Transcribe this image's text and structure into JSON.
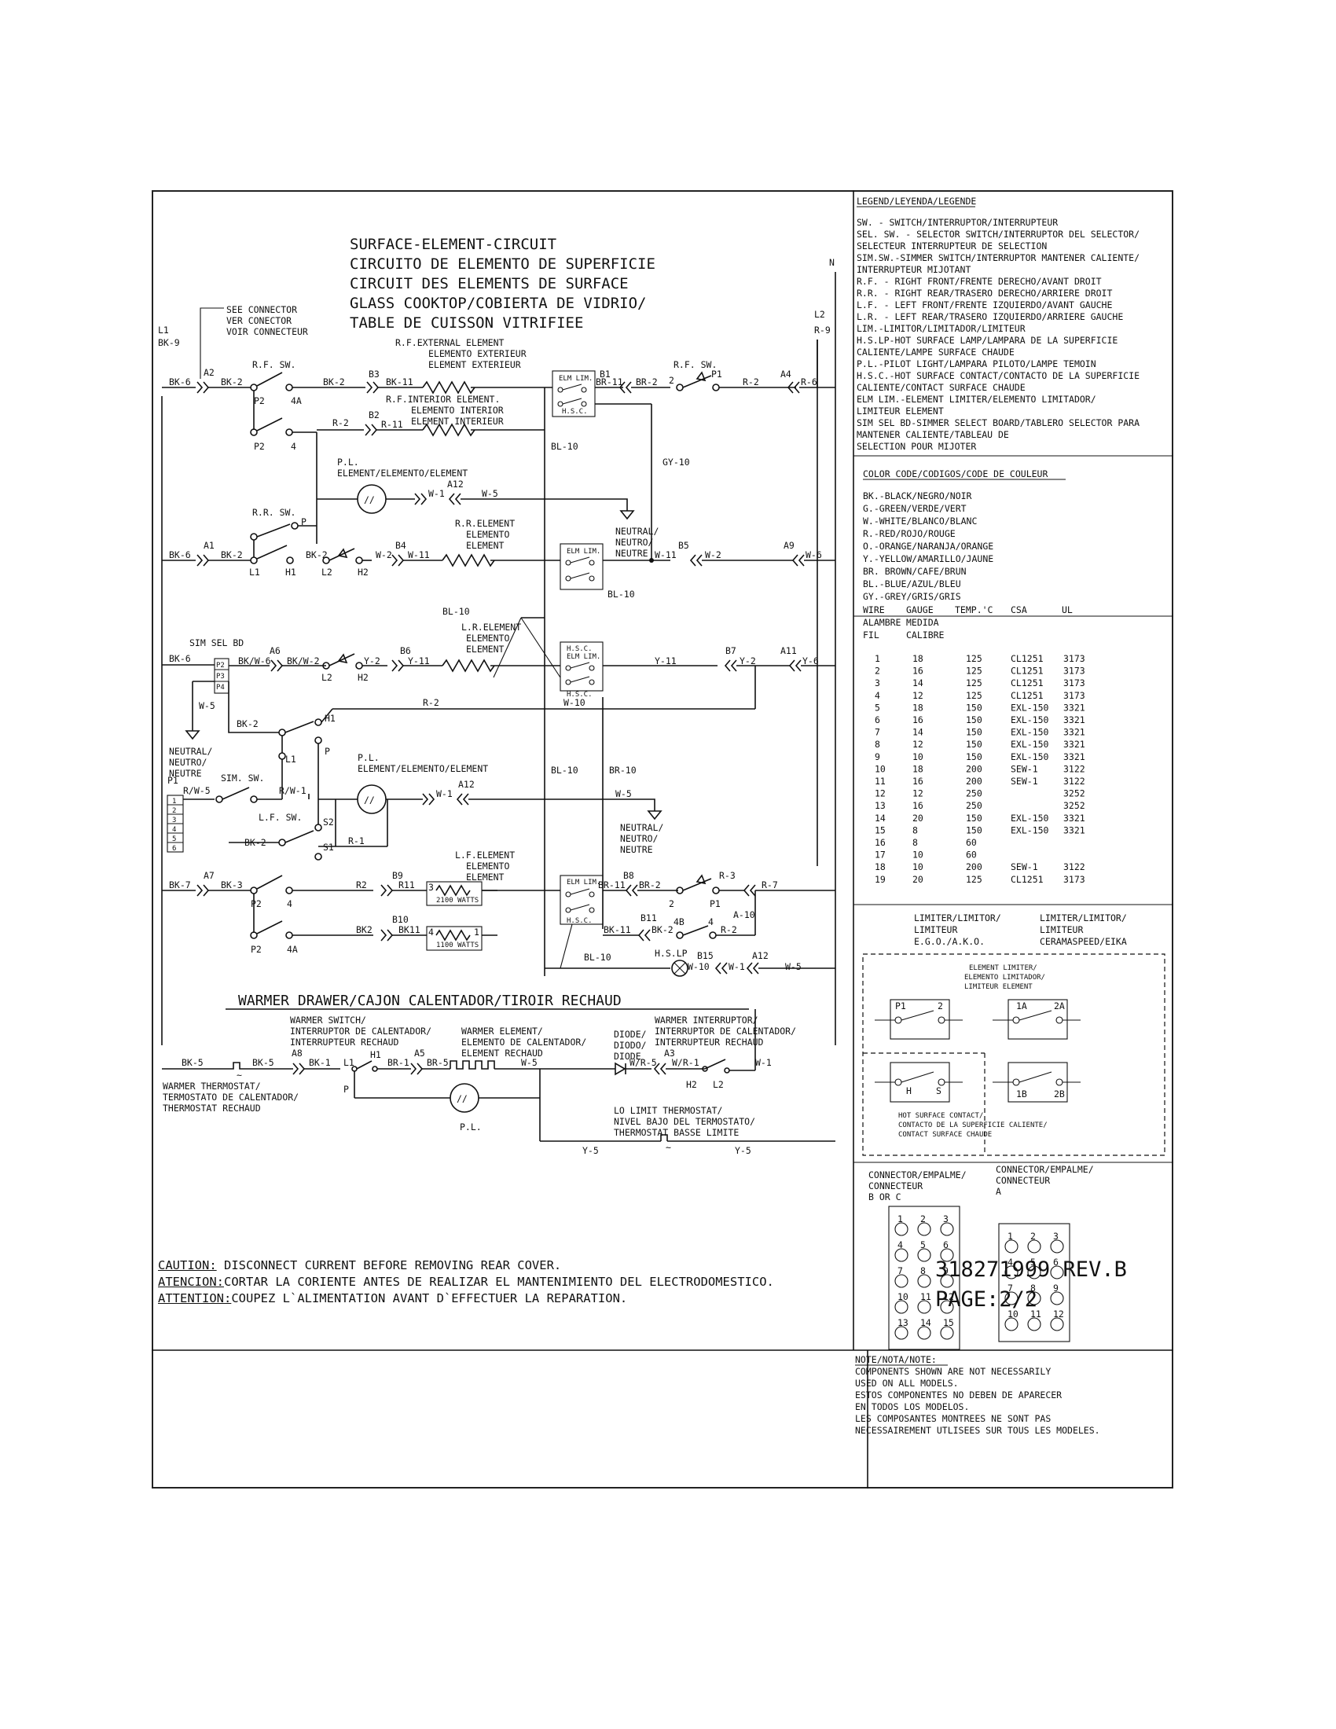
{
  "title": {
    "lines": [
      "SURFACE-ELEMENT-CIRCUIT",
      "CIRCUITO DE ELEMENTO DE SUPERFICIE",
      "CIRCUIT DES  ELEMENTS DE SURFACE",
      "GLASS COOKTOP/COBIERTA DE VIDRIO/",
      "TABLE DE CUISSON VITRIFIEE"
    ]
  },
  "see_connector": [
    "SEE CONNECTOR",
    "VER CONECTOR",
    "VOIR CONNECTEUR"
  ],
  "rails": {
    "l1": "L1",
    "bk9": "BK-9",
    "l2": "L2",
    "r9": "R-9",
    "n": "N"
  },
  "rf": {
    "sw_left": "R.F. SW.",
    "sw_right": "R.F. SW.",
    "ext_element": [
      "R.F.EXTERNAL ELEMENT",
      "ELEMENTO EXTERIEUR",
      "ELEMENT EXTERIEUR"
    ],
    "int_element": [
      "R.F.INTERIOR ELEMENT.",
      "ELEMENTO INTERIOR",
      "ELEMENT INTERIEUR"
    ],
    "pl": [
      "P.L.",
      "ELEMENT/ELEMENTO/ELEMENT"
    ]
  },
  "rr": {
    "sw": "R.R. SW.",
    "element": [
      "R.R.ELEMENT",
      "ELEMENTO",
      "ELEMENT"
    ]
  },
  "lr": {
    "element": [
      "L.R.ELEMENT",
      "ELEMENTO",
      "ELEMENT"
    ]
  },
  "lf": {
    "sw": "L.F. SW.",
    "element": [
      "L.F.ELEMENT",
      "ELEMENTO",
      "ELEMENT"
    ],
    "watts_outer": "2100 WATTS",
    "watts_inner": "1100 WATTS"
  },
  "sim": {
    "sim_sel_bd": "SIM SEL BD",
    "sim_sw": "SIM. SW.",
    "pl": [
      "P.L.",
      "ELEMENT/ELEMENTO/ELEMENT"
    ],
    "terminals": [
      "P2",
      "P3",
      "P4"
    ],
    "p1_pins": [
      "1",
      "2",
      "3",
      "4",
      "5",
      "6"
    ]
  },
  "neutral": [
    "NEUTRAL/",
    "NEUTRO/",
    "NEUTRE"
  ],
  "elm_lim": "ELM LIM.",
  "hsc": "H.S.C.",
  "wires": {
    "bk6": "BK-6",
    "bk2": "BK-2",
    "bk11": "BK-11",
    "r2": "R-2",
    "r11": "R-11",
    "r6": "R-6",
    "br11": "BR-11",
    "br2": "BR-2",
    "w1": "W-1",
    "w5": "W-5",
    "w2": "W-2",
    "w11": "W-11",
    "w6": "W-6",
    "gy10": "GY-10",
    "bl10": "BL-10",
    "br10": "BR-10",
    "y2": "Y-2",
    "y11": "Y-11",
    "y6": "Y-6",
    "bkw6": "BK/W-6",
    "bkw2": "BK/W-2",
    "rw5": "R/W-5",
    "rw1": "R/W-1",
    "r1": "R-1",
    "bk7": "BK-7",
    "bk3": "BK-3",
    "r3": "R-3",
    "r7": "R-7",
    "a10": "A-10",
    "bk2b": "BK2",
    "bk11b": "BK11",
    "r2b": "R2",
    "r11b": "R11",
    "w10": "W-10",
    "bk5": "BK-5",
    "bk1": "BK-1",
    "br1": "BR-1",
    "br5": "BR-5",
    "wr5": "W/R-5",
    "wr1": "W/R-1",
    "y5": "Y-5",
    "w9": "W-1"
  },
  "connectors": {
    "a2": "A2",
    "b3": "B3",
    "b1": "B1",
    "a4": "A4",
    "b2": "B2",
    "a12": "A12",
    "a1": "A1",
    "b4": "B4",
    "b5": "B5",
    "a9": "A9",
    "a6": "A6",
    "b6": "B6",
    "b7": "B7",
    "a11": "A11",
    "a7": "A7",
    "b9": "B9",
    "b8": "B8",
    "b10": "B10",
    "b11": "B11",
    "b15": "B15",
    "a12b": "A12",
    "a8": "A8",
    "a5": "A5",
    "a3": "A3",
    "hslp": "H.S.LP"
  },
  "terms": {
    "p1": "P1",
    "p2": "P2",
    "4a": "4A",
    "4": "4",
    "h1": "H1",
    "h2": "H2",
    "l1": "L1",
    "l2": "L2",
    "p": "P",
    "s1": "S1",
    "s2": "S2",
    "2": "2",
    "3": "3",
    "1": "1",
    "4b": "4B"
  },
  "warmer": {
    "heading": "WARMER DRAWER/CAJON CALENTADOR/TIROIR RECHAUD",
    "switch": [
      "WARMER SWITCH/",
      "INTERRUPTOR DE CALENTADOR/",
      "INTERRUPTEUR RECHAUD"
    ],
    "element": [
      "WARMER ELEMENT/",
      "ELEMENTO DE CALENTADOR/",
      "ELEMENT RECHAUD"
    ],
    "diode": [
      "DIODE/",
      "DIODO/",
      "DIODE"
    ],
    "interruptor": [
      "WARMER INTERRUPTOR/",
      "INTERRUPTOR DE CALENTADOR/",
      "INTERRUPTEUR RECHAUD"
    ],
    "thermostat": [
      "WARMER THERMOSTAT/",
      "TERMOSTATO DE CALENTADOR/",
      "THERMOSTAT RECHAUD"
    ],
    "pl": "P.L.",
    "lo_limit": [
      "LO LIMIT THERMOSTAT/",
      "NIVEL BAJO DEL TERMOSTATO/",
      "THERMOSTAT BASSE LIMITE"
    ]
  },
  "legend": {
    "heading": "LEGEND/LEYENDA/LEGENDE",
    "lines": [
      "SW.  - SWITCH/INTERRUPTOR/INTERRUPTEUR",
      "SEL. SW. - SELECTOR SWITCH/INTERRUPTOR DEL SELECTOR/",
      "          SELECTEUR INTERRUPTEUR DE SELECTION",
      "SIM.SW.-SIMMER SWITCH/INTERRUPTOR MANTENER CALIENTE/",
      "          INTERRUPTEUR MIJOTANT",
      "R.F. - RIGHT FRONT/FRENTE DERECHO/AVANT DROIT",
      "R.R. - RIGHT REAR/TRASERO DERECHO/ARRIERE DROIT",
      "L.F. - LEFT FRONT/FRENTE IZQUIERDO/AVANT GAUCHE",
      "L.R. - LEFT REAR/TRASERO IZQUIERDO/ARRIERE GAUCHE",
      "LIM.-LIMITOR/LIMITADOR/LIMITEUR",
      "H.S.LP-HOT SURFACE LAMP/LAMPARA DE LA SUPERFICIE",
      "     CALIENTE/LAMPE SURFACE CHAUDE",
      "P.L.-PILOT LIGHT/LAMPARA PILOTO/LAMPE TEMOIN",
      "H.S.C.-HOT SURFACE CONTACT/CONTACTO DE LA SUPERFICIE",
      "     CALIENTE/CONTACT SURFACE CHAUDE",
      "ELM LIM.-ELEMENT LIMITER/ELEMENTO LIMITADOR/",
      "          LIMITEUR ELEMENT",
      "SIM SEL BD-SIMMER SELECT BOARD/TABLERO SELECTOR PARA",
      "          MANTENER CALIENTE/TABLEAU DE",
      "          SELECTION POUR MIJOTER"
    ]
  },
  "color_code": {
    "heading": "COLOR CODE/CODIGOS/CODE DE COULEUR",
    "lines": [
      "BK.-BLACK/NEGRO/NOIR",
      "G.-GREEN/VERDE/VERT",
      "W.-WHITE/BLANCO/BLANC",
      "R.-RED/ROJO/ROUGE",
      "O.-ORANGE/NARANJA/ORANGE",
      "Y.-YELLOW/AMARILLO/JAUNE",
      "BR. BROWN/CAFE/BRUN",
      "BL.-BLUE/AZUL/BLEU",
      "GY.-GREY/GRIS/GRIS"
    ]
  },
  "wire_table": {
    "headers": [
      "WIRE",
      "GAUGE",
      "TEMP.'C",
      "CSA",
      "UL"
    ],
    "subheaders1": [
      "ALAMBRE",
      "MEDIDA"
    ],
    "subheaders2": [
      "FIL",
      "CALIBRE"
    ],
    "rows": [
      [
        "1",
        "18",
        "125",
        "CL1251",
        "3173"
      ],
      [
        "2",
        "16",
        "125",
        "CL1251",
        "3173"
      ],
      [
        "3",
        "14",
        "125",
        "CL1251",
        "3173"
      ],
      [
        "4",
        "12",
        "125",
        "CL1251",
        "3173"
      ],
      [
        "5",
        "18",
        "150",
        "EXL-150",
        "3321"
      ],
      [
        "6",
        "16",
        "150",
        "EXL-150",
        "3321"
      ],
      [
        "7",
        "14",
        "150",
        "EXL-150",
        "3321"
      ],
      [
        "8",
        "12",
        "150",
        "EXL-150",
        "3321"
      ],
      [
        "9",
        "10",
        "150",
        "EXL-150",
        "3321"
      ],
      [
        "10",
        "18",
        "200",
        "SEW-1",
        "3122"
      ],
      [
        "11",
        "16",
        "200",
        "SEW-1",
        "3122"
      ],
      [
        "12",
        "12",
        "250",
        "",
        "3252"
      ],
      [
        "13",
        "16",
        "250",
        "",
        "3252"
      ],
      [
        "14",
        "20",
        "150",
        "EXL-150",
        "3321"
      ],
      [
        "15",
        "8",
        "150",
        "EXL-150",
        "3321"
      ],
      [
        "16",
        "8",
        "60",
        "",
        ""
      ],
      [
        "17",
        "10",
        "60",
        "",
        ""
      ],
      [
        "18",
        "10",
        "200",
        "SEW-1",
        "3122"
      ],
      [
        "19",
        "20",
        "125",
        "CL1251",
        "3173"
      ]
    ]
  },
  "limiter": {
    "left": [
      "LIMITER/LIMITOR/",
      "LIMITEUR",
      "E.G.O./A.K.O."
    ],
    "right": [
      "LIMITER/LIMITOR/",
      "LIMITEUR",
      "CERAMASPEED/EIKA"
    ],
    "element_limiter": [
      "ELEMENT LIMITER/",
      "ELEMENTO LIMITADOR/",
      "LIMITEUR ELEMENT"
    ],
    "hot_surface": [
      "HOT SURFACE CONTACT/",
      "CONTACTO DE LA SUPERFICIE CALIENTE/",
      "CONTACT SURFACE CHAUDE"
    ],
    "pins_left": [
      "P1",
      "2",
      "H",
      "S"
    ],
    "pins_right": [
      "1A",
      "2A",
      "1B",
      "2B"
    ]
  },
  "connector_box": {
    "bc": [
      "CONNECTOR/EMPALME/",
      "CONNECTEUR",
      "B OR C"
    ],
    "a": [
      "CONNECTOR/EMPALME/",
      "CONNECTEUR",
      "A"
    ],
    "bc_pins": [
      "1",
      "2",
      "3",
      "4",
      "5",
      "6",
      "7",
      "8",
      "9",
      "10",
      "11",
      "12",
      "13",
      "14",
      "15"
    ],
    "a_pins": [
      "1",
      "2",
      "3",
      "4",
      "5",
      "6",
      "7",
      "8",
      "9",
      "10",
      "11",
      "12"
    ]
  },
  "note": {
    "heading": "NOTE/NOTA/NOTE:",
    "lines": [
      "COMPONENTS SHOWN ARE NOT NECESSARILY",
      "USED ON ALL MODELS.",
      "ESTOS COMPONENTES NO DEBEN DE APARECER",
      "EN TODOS LOS MODELOS.",
      "LES COMPOSANTES MONTREES NE SONT PAS",
      "NECESSAIREMENT UTLISEES SUR TOUS LES MODELES."
    ]
  },
  "caution": {
    "l1_key": "CAUTION:",
    "l1": " DISCONNECT CURRENT BEFORE REMOVING REAR COVER.",
    "l2_key": "ATENCION:",
    "l2": "CORTAR LA CORIENTE ANTES DE REALIZAR EL MANTENIMIENTO DEL ELECTRODOMESTICO.",
    "l3_key": "ATTENTION:",
    "l3": "COUPEZ L`ALIMENTATION AVANT D`EFFECTUER LA REPARATION."
  },
  "part_number": "318271999 REV.B",
  "page": "PAGE:2/2"
}
